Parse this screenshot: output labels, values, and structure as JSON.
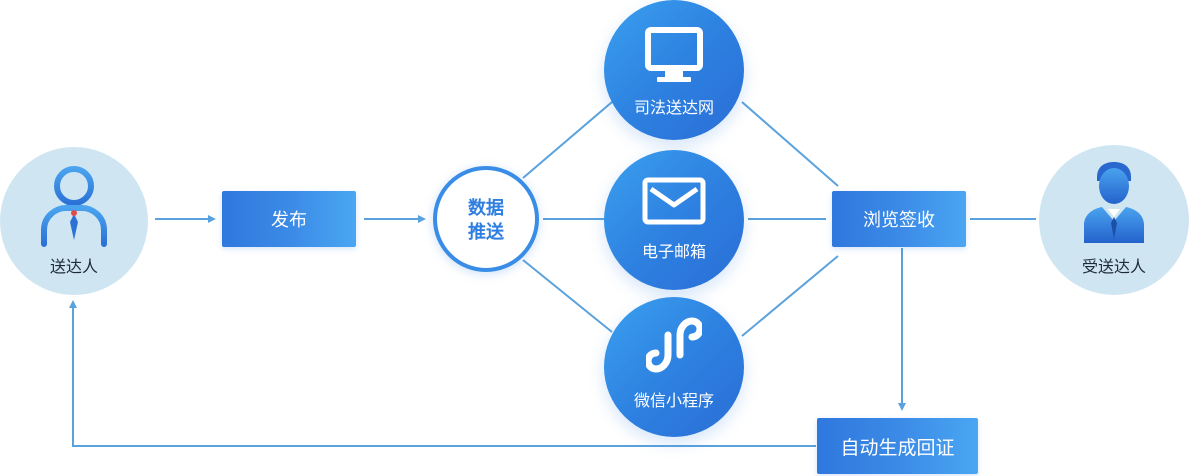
{
  "nodes": {
    "sender": "送达人",
    "publish": "发布",
    "hub_line1": "数据",
    "hub_line2": "推送",
    "judicial_site": "司法送达网",
    "email": "电子邮箱",
    "mini_program": "微信小程序",
    "browse_sign": "浏览签收",
    "recipient": "受送达人",
    "receipt": "自动生成回证"
  },
  "colors": {
    "accent": "#2f7fe0",
    "line": "#5aa2dd",
    "light_circle": "#cfe6f2"
  },
  "icons": {
    "sender": "person-with-tie-icon",
    "judicial_site": "monitor-icon",
    "email": "envelope-icon",
    "mini_program": "mini-program-icon",
    "recipient": "businessman-icon"
  }
}
